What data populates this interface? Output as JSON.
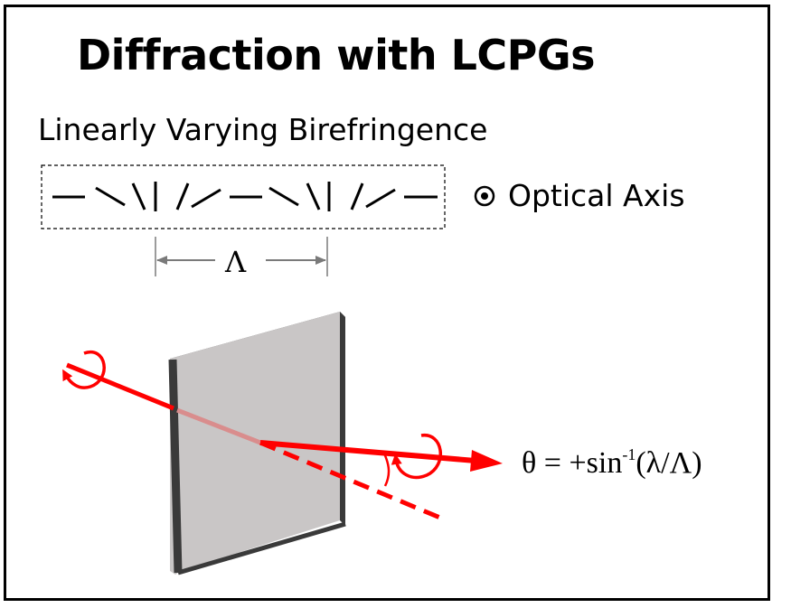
{
  "title": "Diffraction with LCPGs",
  "subtitle": "Linearly Varying Birefringence",
  "optical_axis_label": "Optical Axis",
  "period_symbol": "Λ",
  "angle_formula": {
    "lhs": "θ = +sin",
    "exponent": "-1",
    "rhs": "(λ/Λ)"
  },
  "colors": {
    "beam": "#ff0000",
    "grating_face": "#c9c6c6",
    "grating_edge": "#3a3a3a",
    "dimension": "#7a7a7a"
  }
}
